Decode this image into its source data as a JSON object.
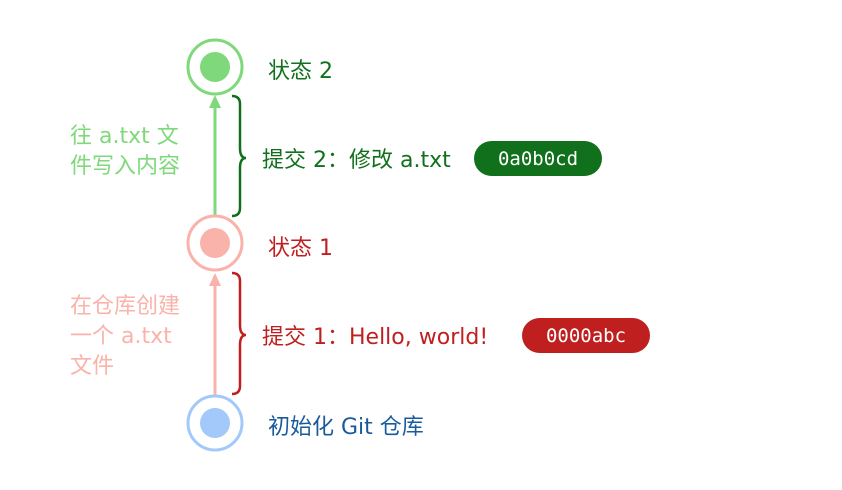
{
  "colors": {
    "initial": "#a3c9fa",
    "initial_text": "#1a5a9c",
    "state1_light": "#f9b3aa",
    "state1_dark": "#bf1f1f",
    "state2_light": "#7fd97a",
    "state2_dark": "#11701b",
    "white": "#ffffff"
  },
  "nodes": {
    "initial": {
      "label": "初始化 Git 仓库"
    },
    "state1": {
      "label": "状态 1"
    },
    "state2": {
      "label": "状态 2"
    }
  },
  "commits": [
    {
      "label": "提交 1：Hello, world!",
      "hash": "0000abc",
      "note_lines": [
        "在仓库创建",
        "一个 a.txt",
        "文件"
      ]
    },
    {
      "label": "提交 2：修改 a.txt",
      "hash": "0a0b0cd",
      "note_lines": [
        "往 a.txt 文",
        "件写入内容"
      ]
    }
  ]
}
